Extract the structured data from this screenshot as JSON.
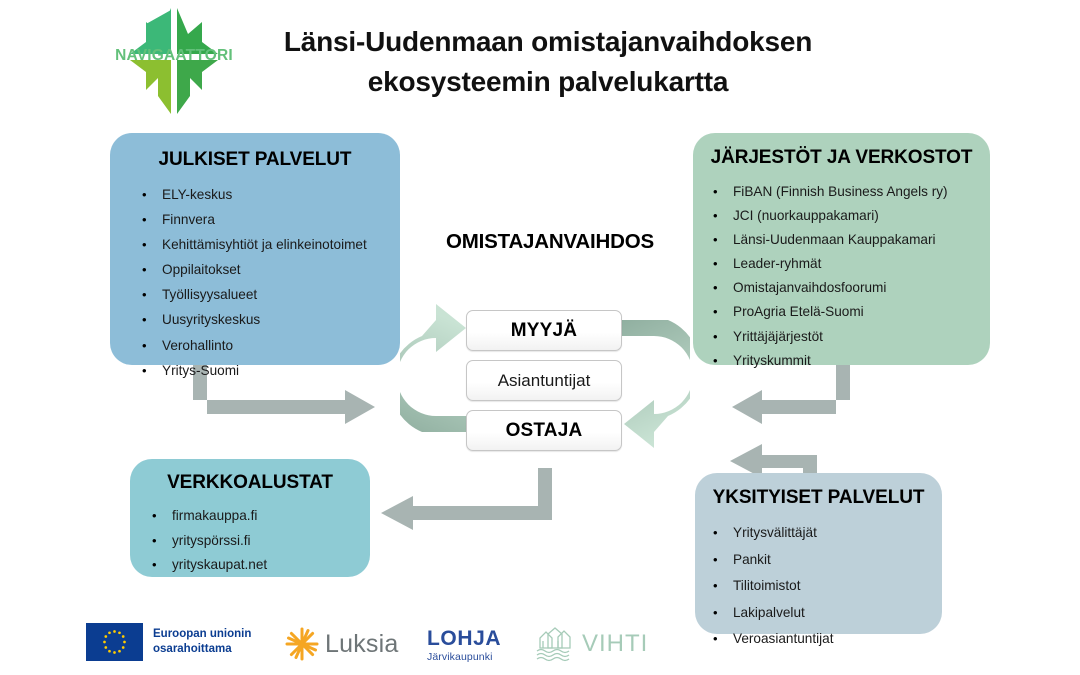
{
  "header": {
    "logo_word": "NAVIGAATTORI",
    "logo_icon": "compass-star-icon",
    "title_line1": "Länsi-Uudenmaan omistajanvaihdoksen",
    "title_line2": "ekosysteemin palvelukartta"
  },
  "colors": {
    "public_panel": "#8dbdd8",
    "orgs_panel": "#aed2bd",
    "platforms_panel": "#8ecbd4",
    "private_panel": "#bdd0d9",
    "arrow_gray": "#a8b4b2",
    "arc_light": "#c9e3d4",
    "arc_dark": "#8fae9f",
    "eu_blue": "#0b3d91",
    "eu_yellow": "#ffcc00",
    "lohja_blue": "#2a4d9b",
    "vihti_green": "#a6cbb8",
    "luksia_orange": "#f5a623",
    "logo_green": "#63c07a"
  },
  "panels": {
    "public": {
      "title": "JULKISET PALVELUT",
      "items": [
        "ELY-keskus",
        "Finnvera",
        "Kehittämisyhtiöt ja elinkeinotoimet",
        "Oppilaitokset",
        "Työllisyysalueet",
        "Uusyrityskeskus",
        "Verohallinto",
        "Yritys-Suomi"
      ]
    },
    "organizations": {
      "title": "JÄRJESTÖT JA VERKOSTOT",
      "items": [
        "FiBAN (Finnish Business Angels ry)",
        "JCI (nuorkauppakamari)",
        "Länsi-Uudenmaan Kauppakamari",
        "Leader-ryhmät",
        "Omistajanvaihdosfoorumi",
        "ProAgria Etelä-Suomi",
        "Yrittäjäjärjestöt",
        "Yrityskummit"
      ]
    },
    "platforms": {
      "title": "VERKKOALUSTAT",
      "items": [
        "firmakauppa.fi",
        "yrityspörssi.fi",
        "yrityskaupat.net"
      ]
    },
    "private": {
      "title": "YKSITYISET PALVELUT",
      "items": [
        "Yritysvälittäjät",
        "Pankit",
        "Tilitoimistot",
        "Lakipalvelut",
        "Veroasiantuntijat"
      ]
    }
  },
  "cycle": {
    "title": "OMISTAJANVAIHDOS",
    "seller": "MYYJÄ",
    "expert": "Asiantuntijat",
    "buyer": "OSTAJA"
  },
  "footer": {
    "eu": {
      "line1": "Euroopan unionin",
      "line2": "osarahoittama",
      "icon": "eu-flag-icon"
    },
    "luksia": {
      "name": "Luksia",
      "icon": "sunburst-icon"
    },
    "lohja": {
      "name": "LOHJA",
      "subtitle": "Järvikaupunki"
    },
    "vihti": {
      "name": "VIHTI",
      "icon": "lake-houses-icon"
    }
  }
}
